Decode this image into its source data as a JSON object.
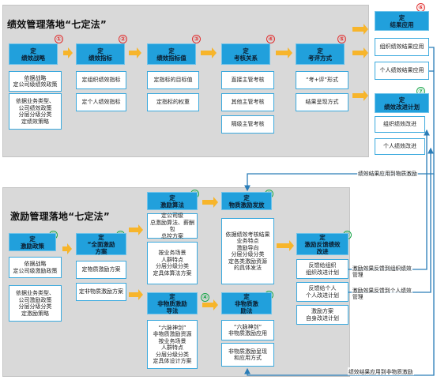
{
  "panels": {
    "top_title": "绩效管理落地“七定法”",
    "bottom_title": "激励管理落地“七定法”"
  },
  "top": {
    "columns": [
      {
        "num": "①",
        "header": "定\n绩效战略",
        "cells": [
          "依据战略\n定公司级绩效政策",
          "依据业务类型、\n公司绩效政策\n分层分级分类\n定绩效策略"
        ]
      },
      {
        "num": "②",
        "header": "定\n绩效指标",
        "cells": [
          "定组织绩效指标",
          "定个人绩效指标"
        ]
      },
      {
        "num": "③",
        "header": "定\n绩效指标值",
        "cells": [
          "定指标的目标值",
          "定指标的权重"
        ]
      },
      {
        "num": "④",
        "header": "定\n考核关系",
        "cells": [
          "直接主管考核",
          "其他主管考核",
          "隔级主管考核"
        ]
      },
      {
        "num": "⑤",
        "header": "定\n考评方式",
        "cells": [
          "“考+评”形式",
          "结果呈现方式"
        ]
      }
    ],
    "col6": {
      "num": "⑥",
      "header": "定\n结果应用",
      "cells": [
        "组织绩效结果应用",
        "个人绩效结果应用"
      ]
    },
    "col7": {
      "num": "⑦",
      "header": "定\n绩效改进计划",
      "cells": [
        "组织绩效改进",
        "个人绩效改进"
      ]
    }
  },
  "bottom": {
    "col1": {
      "num": "①",
      "header": "定\n激励政策",
      "cells": [
        "依据战略\n定公司级激励政策",
        "依据业务类型、\n公司激励政策\n分层分级分类\n定激励策略"
      ]
    },
    "col2": {
      "num": "②",
      "header": "定\n“全面激励\n方案",
      "cells": [
        "定物质激励方案",
        "定非物质激励方案"
      ]
    },
    "col3a": {
      "num": "③",
      "header": "定\n激励算法",
      "cells": [
        "定公司级\n总激励算法、薪酬包\n总控方案",
        "按业务场景\n人群特点\n分层分级分类\n定具体算法方案"
      ]
    },
    "col3b": {
      "num": "④",
      "header": "定\n非物质激励\n导法",
      "cells": [
        "“六脉神剑”\n非物质激励资源\n按业务场景\n人群特点\n分层分级分类\n定具体设计方案"
      ]
    },
    "col4a": {
      "num": "⑤",
      "header": "定\n物质激励发放",
      "cells": [
        "依据绩效考核结果\n业务特点\n激励导向\n分层分级分类\n定各类激励资源\n的具体发法"
      ]
    },
    "col4b": {
      "num": "⑥",
      "header": "定\n非物质激\n励法",
      "cells": [
        "“六脉神剑”\n非物质激励应用",
        "非物质激励呈现\n和应用方式"
      ]
    },
    "col5": {
      "num": "⑦",
      "header": "定\n激励反馈绩效\n改进",
      "cells": [
        "反馈给组织\n组织改进计划",
        "反馈给个人\n个人改进计划",
        "激励方案\n自身改进计划"
      ]
    }
  },
  "notes": {
    "n1": "绩效结果应用到物质激励",
    "n2": "激励效果反馈到组织绩效\n管理",
    "n3": "激励效果反馈到个人绩效\n管理",
    "n4": "绩效结果应用到非物质激励"
  },
  "colors": {
    "header": "#21a0dc",
    "arrow": "#f7b52b",
    "panel": "#d9d9d9",
    "line": "#2a7db8",
    "red": "#e03030",
    "green": "#1aa64b"
  }
}
